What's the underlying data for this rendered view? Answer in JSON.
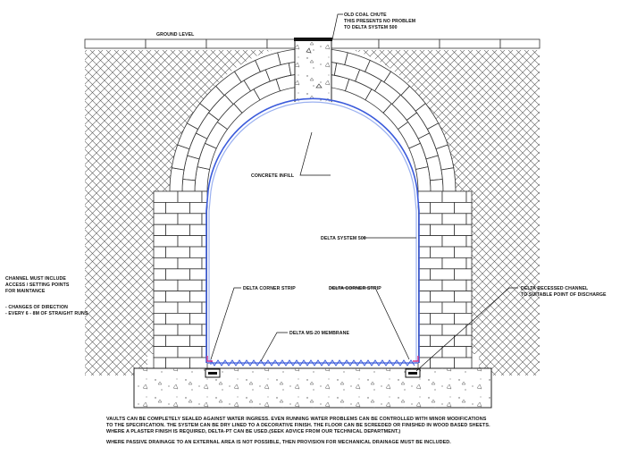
{
  "labels": {
    "ground_level": "GROUND LEVEL",
    "coal_chute": [
      "OLD COAL CHUTE",
      "THIS PRESENTS NO PROBLEM",
      "TO DELTA SYSTEM 500"
    ],
    "concrete_infill": "CONCRETE INFILL",
    "delta_system": "DELTA SYSTEM 500",
    "channel_note": [
      "CHANNEL MUST INCLUDE",
      "ACCESS / SETTING POINTS",
      "FOR MAINTANCE",
      "",
      "- CHANGES OF DIRECTION",
      "- EVERY 6 - 8M OF STRAIGHT RUNS"
    ],
    "corner_strip_left": "DELTA CORNER STRIP",
    "corner_strip_right": "DELTA CORNER STRIP",
    "recessed_channel": [
      "DELTA RECESSED CHANNEL",
      "TO SUITABLE POINT OF DISCHARGE"
    ],
    "membrane": "DELTA MS-20 MEMBRANE"
  },
  "footer": {
    "lines": [
      "VAULTS CAN BE COMPLETELY SEALED AGAINST WATER INGRESS. EVEN RUNNING WATER PROBLEMS CAN BE CONTROLLED WITH MINOR MODIFICATIONS",
      "TO THE SPECIFICATION. THE SYSTEM CAN BE DRY LINED TO A DECORATIVE FINISH. THE FLOOR CAN BE SCREEDED OR FINISHED IN WOOD BASED SHEETS.",
      "WHERE A PLASTER FINISH IS REQUIRED, DELTA-PT CAN BE USED.(SEEK ADVICE FROM OUR TECHNICAL DEPARTMENT.)"
    ],
    "last_line": "WHERE PASSIVE DRAINAGE TO AN EXTERNAL AREA IS NOT POSSIBLE, THEN PROVISION FOR MECHANICAL DRAINAGE MUST BE INCLUDED."
  },
  "colors": {
    "membrane": "#3b5bdb",
    "membrane_light": "#9bb1f0",
    "corner_strip": "#d63384",
    "lines": "#222222"
  }
}
